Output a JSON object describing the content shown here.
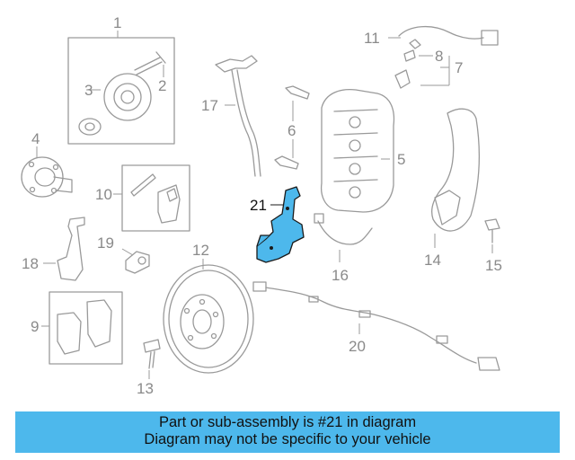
{
  "callouts": {
    "c1": "1",
    "c2": "2",
    "c3": "3",
    "c4": "4",
    "c5": "5",
    "c6": "6",
    "c7": "7",
    "c8": "8",
    "c9": "9",
    "c10": "10",
    "c11": "11",
    "c12": "12",
    "c13": "13",
    "c14": "14",
    "c15": "15",
    "c16": "16",
    "c17": "17",
    "c18": "18",
    "c19": "19",
    "c20": "20",
    "c21": "21"
  },
  "highlight": {
    "part": "21",
    "color": "#4db8ec"
  },
  "banner": {
    "line1": "Part or sub-assembly is #21 in diagram",
    "line2": "Diagram may not be specific to your vehicle",
    "color": "#4db8ec"
  }
}
